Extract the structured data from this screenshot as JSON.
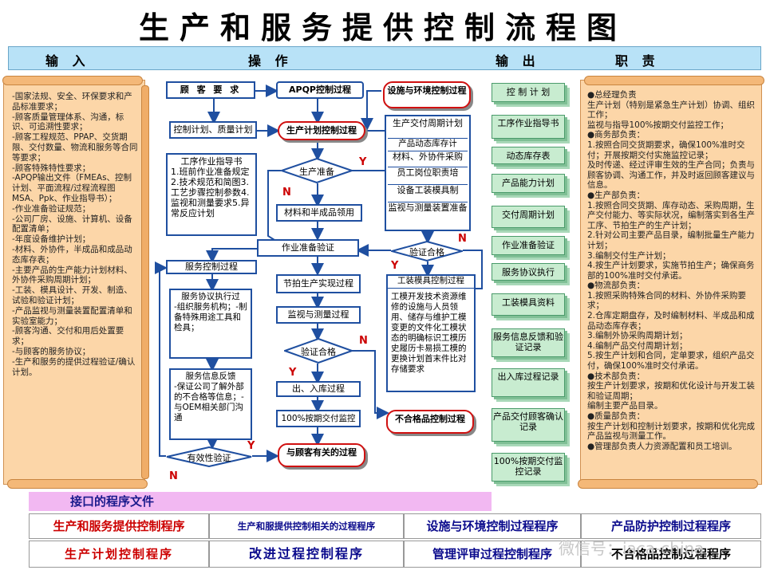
{
  "title": "生产和服务提供控制流程图",
  "header": {
    "input": "输 入",
    "operation": "操 作",
    "output": "输 出",
    "responsibility": "职 责"
  },
  "inputs": [
    "-国家法规、安全、环保要求和产品标准要求；",
    "-顾客质量管理体系、沟通，标识、可追溯性要求；",
    "-顾客工程规范、PPAP、交货期限、交付数量、物流和服务等合同等要求；",
    "-顾客特殊特性要求；",
    "-APQP输出文件（FMEAs、控制计划、平面流程/过程流程图MSA、Ppk、作业指导书）；",
    "-作业准备验证规范；",
    "-公司厂房、设施、计算机、设备配置清单；",
    "-年度设备维护计划；",
    "-材料、外协件，半成品和成品动态库存表；",
    "-主要产品的生产能力计划材料、外协件采购周期计划；",
    "-工装、模具设计、开发、制造、试验和验证计划；",
    "-产品监视与测量装置配置清单和实验室能力；",
    "-顾客沟通、交付和用后处置要求；",
    "-与顾客的服务协议；",
    "-生产和服务的提供过程验证/确认计划。"
  ],
  "responsibilities": [
    "●总经理负责",
    "生产计划（特别是紧急生产计划）协调、组织工作；",
    "监视与指导100%按期交付监控工作；",
    "●商务部负责：",
    "1.按照合同交货期要求，确保100%准时交付；开展按期交付实施监控记录；",
    "及时传递、经过评审生效的生产合同；负责与顾客协调、沟通工作，并及时返回顾客建议与信息。",
    "●生产部负责：",
    "1.按照合同交货期、库存动态、采购周期，生产交付能力、等实际状况，编制落实到各生产工序、节拍生产的生产计划；",
    "2.针对公司主要产品目录，编制批量生产能力计划；",
    "3.编制交付生产计划；",
    "4.按生产计划要求，实施节拍生产；确保商务部的100%准时交付承诺。",
    "●物流部负责：",
    "1.按照采购特殊合同的材料、外协件采购要求；",
    "2.仓库定期盘存，及时编制材料、半成品和成品动态库存表；",
    "3.编制外协采购周期计划；",
    "4.编制产品交付周期计划；",
    "5.按生产计划和合同，定单要求，组织产品交付，确保100%准时交付承诺。",
    "●技术部负责：",
    "按生产计划要求，按期和优化设计与开发工装和验证周期；",
    "编制主要产品目录。",
    "●质量部负责：",
    "按生产计划和控制计划要求，按期和优化完成产品监视与测量工作。",
    "●管理部负责人力资源配置和员工培训。"
  ],
  "flow": {
    "customer_req": "顾 客 要 求",
    "apqp": "APQP控制过程",
    "facility": "设施与环境控制过程",
    "plan_doc": "控制计划、质量计划",
    "work_guide_title": "工序作业指导书",
    "work_guide_items": [
      "1.班前作业准备规定",
      "2.技术规范和简图",
      "3.工艺步骤控制参数",
      "4.监视和测量要求",
      "5.异常反应计划"
    ],
    "prod_plan_ctrl": "生产计划控制过程",
    "delivery_plan": "生产交付周期计划",
    "inventory": "产品动态库存计",
    "purchase": "材料、外协件采购",
    "staff": "员工岗位职责培",
    "tooling_prep": "设备工装模具制",
    "monitor_device": "监视与测量装置准备",
    "prod_prep": "生产准备",
    "material_issue": "材料和半成品领用",
    "setup_verify": "作业准备验证",
    "verify_ok": "验证合格",
    "service_ctrl": "服务控制过程",
    "beat_prod": "节拍生产实现过程",
    "tool_mold_ctrl": "工装模具控制过程",
    "tool_mold_items": "工模开发技术资源维修的设施与人员领用、储存与维护工模变更的文件化工模状态的明确标识工模历史履历卡易损工模的更换计划首末件比对存储要求",
    "service_exec": "服务协议执行过",
    "service_exec_items": "-组织服务机构；-制备特殊用途工具和检具；",
    "service_info": "服务信息反馈",
    "service_info_items": "-保证公司了解外部的不合格等信息；-与OEM相关部门沟通",
    "monitor_measure": "监视与测量过程",
    "verify_ok2": "验证合格",
    "in_out": "出、入库过程",
    "ontime": "100%按期交付监控",
    "nc_ctrl": "不合格品控制过程",
    "customer_process": "与顾客有关的过程",
    "effective": "有效性验证",
    "y": "Y",
    "n": "N"
  },
  "outputs": [
    "控 制 计 划",
    "工序作业指导书",
    "动态库存表",
    "产品能力计划",
    "交付周期计划",
    "作业准备验证",
    "服务协议执行",
    "工装模具资料",
    "服务信息反馈和验证记录",
    "出入库过程记录",
    "产品交付顾客确认记录",
    "100%按期交付监控记录"
  ],
  "interface": {
    "label": "接口的程序文件",
    "docs": [
      "生产和服务提供控制程序",
      "生产和服提供控制相关的过程程序",
      "设施与环境控制过程程序",
      "产品防护控制过程程序",
      "生产计划控制程序",
      "改进过程控制程序",
      "管理评审过程控制程序",
      "不合格品控制过程程序"
    ]
  },
  "watermark": "微信号：iaca-china",
  "colors": {
    "flow_border": "#1f4fa0",
    "red_border": "#d01010",
    "scroll": "#fcd6a8",
    "doc": "#c8ecd0",
    "header": "#b8e2f7"
  }
}
